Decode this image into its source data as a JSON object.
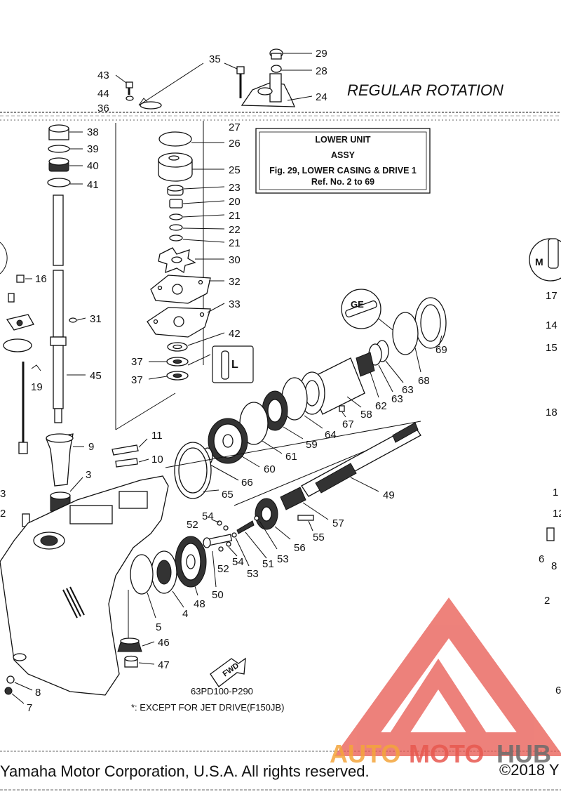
{
  "diagram": {
    "title": "REGULAR ROTATION",
    "reference_box": {
      "line1": "LOWER  UNIT",
      "line2": "ASSY",
      "line3": "Fig. 29, LOWER CASING & DRIVE 1",
      "line4": "Ref. No. 2 to 69"
    },
    "drawing_code": "63PD100-P290",
    "footnote": "*: EXCEPT FOR JET DRIVE(F150JB)",
    "fwd_label": "FWD",
    "copyright_left": "Yamaha Motor Corporation, U.S.A. All rights reserved.",
    "copyright_right": "©2018 Y",
    "watermark": {
      "auto": "AUTO",
      "moto": "MOTO",
      "hub": "HUB"
    },
    "colors": {
      "watermark_red": "#e8584f",
      "watermark_orange": "#f4a53b",
      "watermark_gray": "#6b6b6b"
    },
    "callouts": {
      "c29": "29",
      "c28": "28",
      "c24": "24",
      "c35": "35",
      "c43": "43",
      "c44": "44",
      "c36": "36",
      "c27": "27",
      "c26": "26",
      "c25": "25",
      "c23": "23",
      "c20": "20",
      "c21a": "21",
      "c22": "22",
      "c21b": "21",
      "c30": "30",
      "c32": "32",
      "c33": "33",
      "c42": "42",
      "c37a": "37",
      "c37b": "37",
      "c38": "38",
      "c39": "39",
      "c40": "40",
      "c41": "41",
      "c16": "16",
      "c31": "31",
      "c45": "45",
      "c19": "19",
      "c11": "11",
      "c9": "9",
      "c10": "10",
      "c3a": "3",
      "c3b": "3",
      "c2": "2",
      "c69": "69",
      "c68": "68",
      "c63a": "63",
      "c63b": "63",
      "c62": "62",
      "c58": "58",
      "c67": "67",
      "c64": "64",
      "c59": "59",
      "c61": "61",
      "c60": "60",
      "c66": "66",
      "c65": "65",
      "c49": "49",
      "c57": "57",
      "c55": "55",
      "c56": "56",
      "c54a": "54",
      "c52a": "52",
      "c51": "51",
      "c53a": "53",
      "c53b": "53",
      "c54b": "54",
      "c52b": "52",
      "c50": "50",
      "c48": "48",
      "c4": "4",
      "c5": "5",
      "c46": "46",
      "c47": "47",
      "c8": "8",
      "c7": "7",
      "r17": "17",
      "r14": "14",
      "r15": "15",
      "r18": "18",
      "r1": "1",
      "r12": "12",
      "r6": "6",
      "r8": "8",
      "r2": "2",
      "r6b": "6"
    }
  }
}
